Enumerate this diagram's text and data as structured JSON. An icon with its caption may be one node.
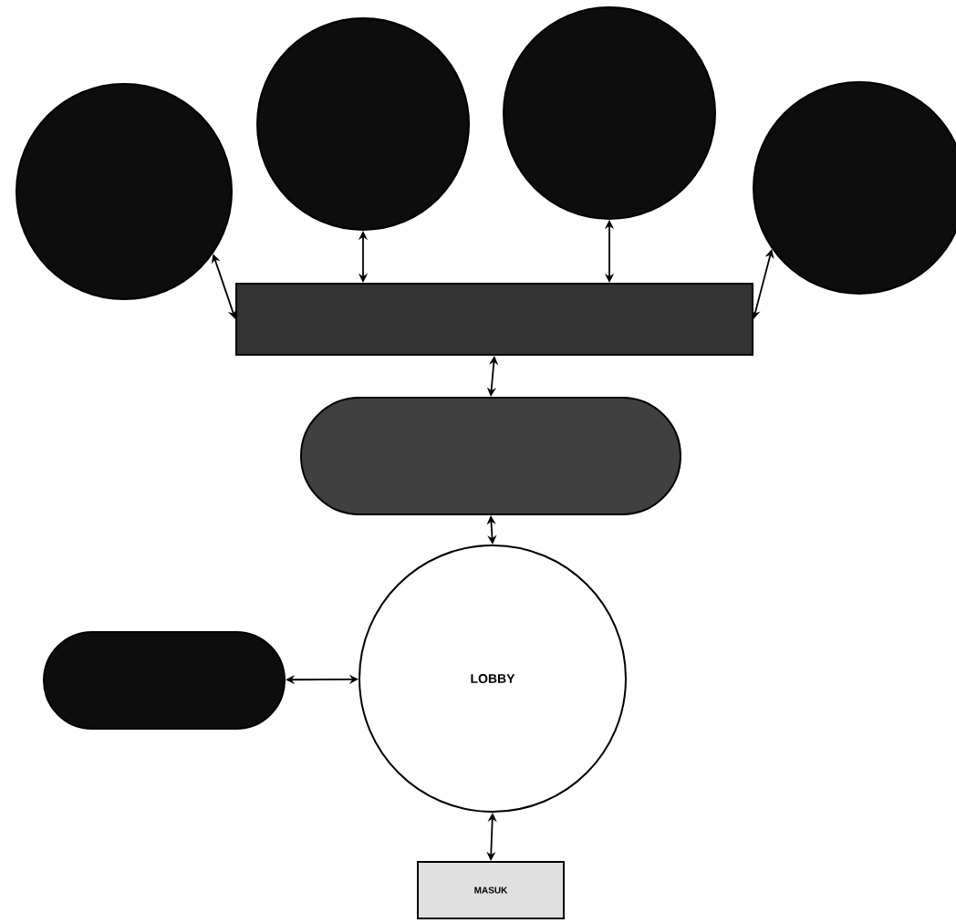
{
  "diagram": {
    "nodes": [
      {
        "text": [],
        "shape": "circle"
      },
      {
        "text": [],
        "shape": "circle"
      },
      {
        "text": [],
        "shape": "circle"
      },
      {
        "text": [],
        "shape": "circle"
      },
      {
        "text": [],
        "shape": "box"
      },
      {
        "text": [],
        "shape": "pill"
      },
      {
        "text": [
          "LOBBY"
        ]
      },
      {
        "text": [],
        "shape": "pill"
      },
      {
        "text": [
          "MASUK"
        ]
      }
    ],
    "edges": [
      {
        "from": 0,
        "to": 4,
        "arrow": "both"
      },
      {
        "from": 1,
        "to": 4,
        "arrow": "both"
      },
      {
        "from": 2,
        "to": 4,
        "arrow": "both"
      },
      {
        "from": 3,
        "to": 4,
        "arrow": "both"
      },
      {
        "from": 4,
        "to": 5,
        "arrow": "both"
      },
      {
        "from": 5,
        "to": 6,
        "arrow": "both"
      },
      {
        "from": 7,
        "to": 6,
        "arrow": "both"
      },
      {
        "from": 6,
        "to": 8,
        "arrow": "both"
      }
    ]
  }
}
